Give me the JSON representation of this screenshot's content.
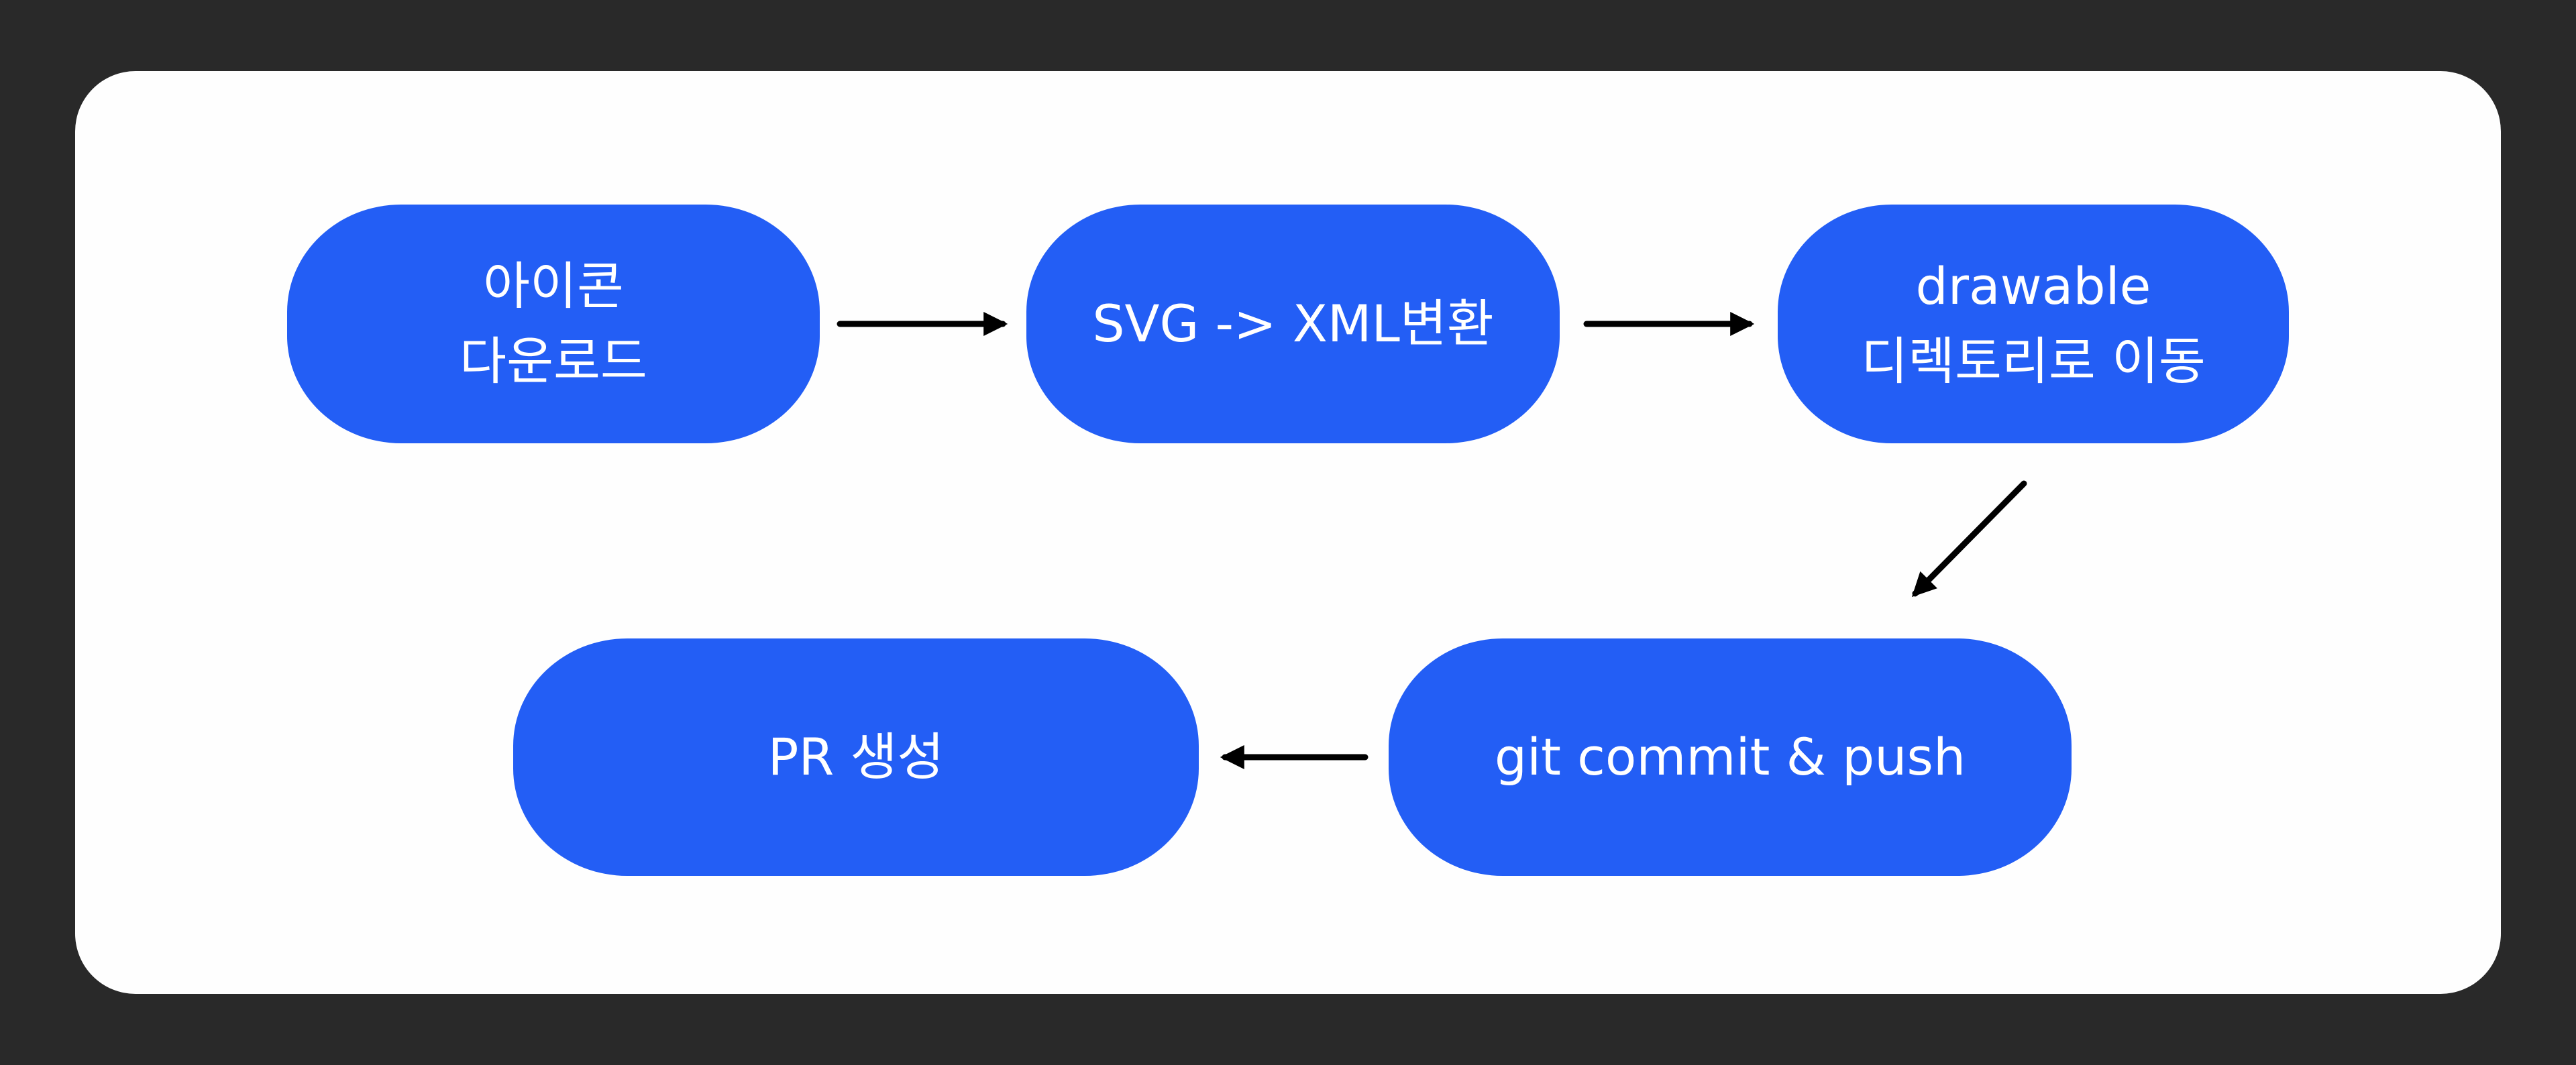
{
  "diagram": {
    "title": "Icon add workflow",
    "colors": {
      "background": "#292929",
      "card": "#fefefe",
      "node_fill": "#235ef5",
      "node_text": "#ffffff",
      "arrow": "#000000"
    },
    "nodes": [
      {
        "id": "step-1",
        "label": "아이콘\n다운로드"
      },
      {
        "id": "step-2",
        "label": "SVG -> XML변환"
      },
      {
        "id": "step-3",
        "label": "drawable\n디렉토리로 이동"
      },
      {
        "id": "step-4",
        "label": "git commit & push"
      },
      {
        "id": "step-5",
        "label": "PR 생성"
      }
    ],
    "edges": [
      {
        "from": "step-1",
        "to": "step-2",
        "direction": "right"
      },
      {
        "from": "step-2",
        "to": "step-3",
        "direction": "right"
      },
      {
        "from": "step-3",
        "to": "step-4",
        "direction": "down-left"
      },
      {
        "from": "step-4",
        "to": "step-5",
        "direction": "left"
      }
    ]
  }
}
